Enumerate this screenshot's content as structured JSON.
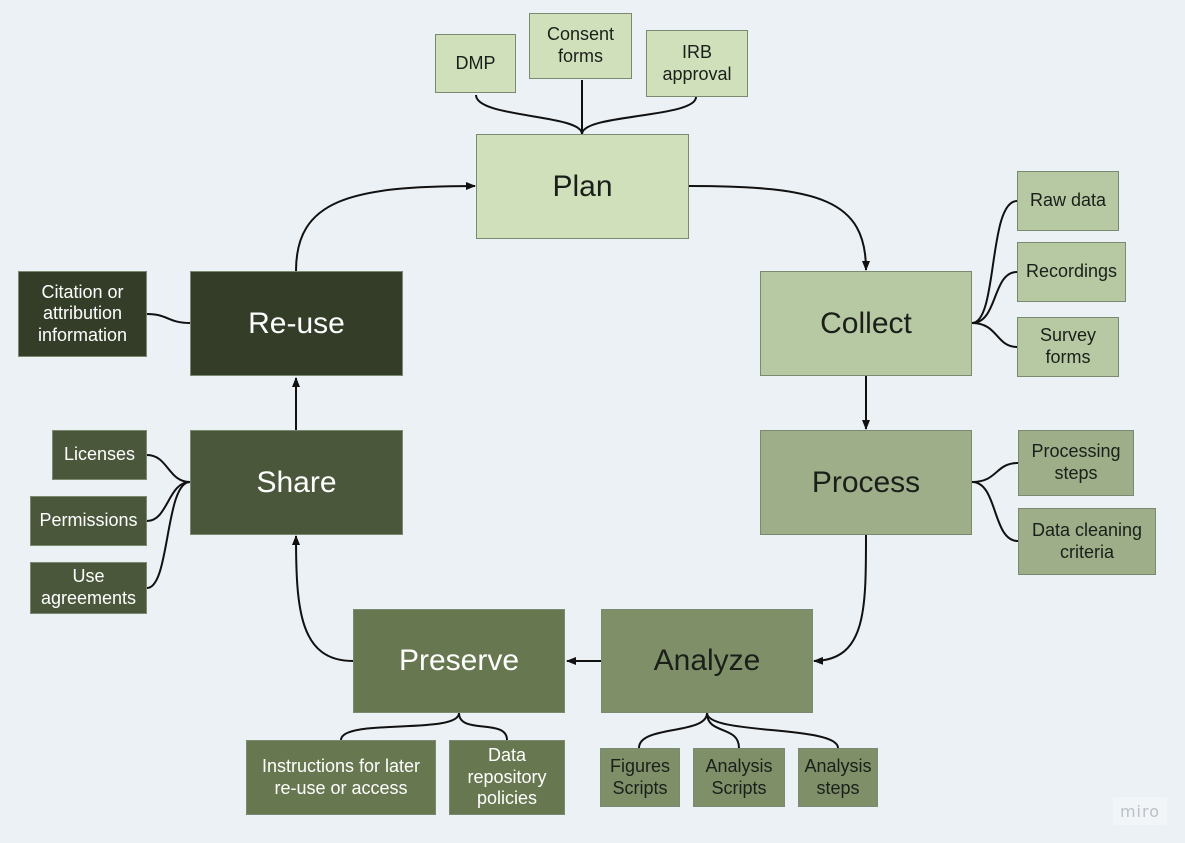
{
  "stages": {
    "plan": "Plan",
    "collect": "Collect",
    "process": "Process",
    "analyze": "Analyze",
    "preserve": "Preserve",
    "share": "Share",
    "reuse": "Re-use"
  },
  "details": {
    "plan": [
      "DMP",
      "Consent\nforms",
      "IRB\napproval"
    ],
    "collect": [
      "Raw data",
      "Recordings",
      "Survey\nforms"
    ],
    "process": [
      "Processing\nsteps",
      "Data cleaning\ncriteria"
    ],
    "analyze": [
      "Figures\nScripts",
      "Analysis\nScripts",
      "Analysis\nsteps"
    ],
    "preserve": [
      "Instructions for later\nre-use or access",
      "Data\nrepository\npolicies"
    ],
    "share": [
      "Licenses",
      "Permissions",
      "Use\nagreements"
    ],
    "reuse": [
      "Citation or\nattribution\ninformation"
    ]
  },
  "colors": {
    "background": "#ecf1f5",
    "plan": "#cfe0bb",
    "collect": "#b7c9a2",
    "process": "#9dae89",
    "analyze": "#7f9069",
    "preserve": "#67774f",
    "share": "#4b573a",
    "reuse": "#333d27",
    "edge": "#111111"
  },
  "watermark": "miro"
}
